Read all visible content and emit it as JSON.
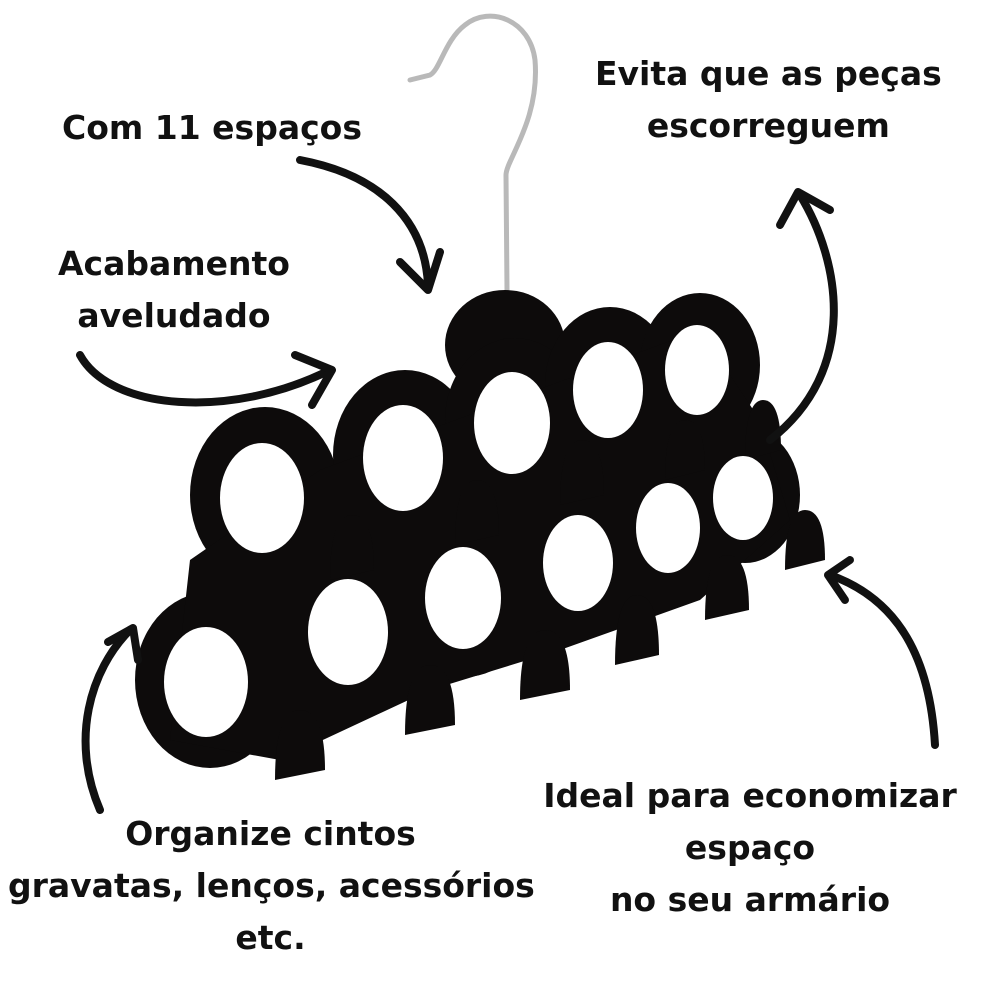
{
  "product": {
    "name": "Velvet scarf / tie / belt hanger",
    "ring_count": 11,
    "colors": {
      "velvet": "#0d0b0b",
      "hook_metal": "#b9b9b9",
      "background": "#ffffff",
      "text": "#111111"
    }
  },
  "callouts": [
    {
      "id": "spaces",
      "lines": [
        "Com 11 espaços"
      ]
    },
    {
      "id": "finish",
      "lines": [
        "Acabamento",
        "aveludado"
      ]
    },
    {
      "id": "nonslip",
      "lines": [
        "Evita que as peças",
        "escorreguem"
      ]
    },
    {
      "id": "uses",
      "lines": [
        "Organize cintos",
        "gravatas, lenços, acessórios",
        "etc."
      ]
    },
    {
      "id": "space-saving",
      "lines": [
        "Ideal para economizar",
        "espaço",
        "no seu armário"
      ]
    }
  ],
  "icons": [
    "curved-arrow-icon",
    "hanger-hook-icon"
  ]
}
